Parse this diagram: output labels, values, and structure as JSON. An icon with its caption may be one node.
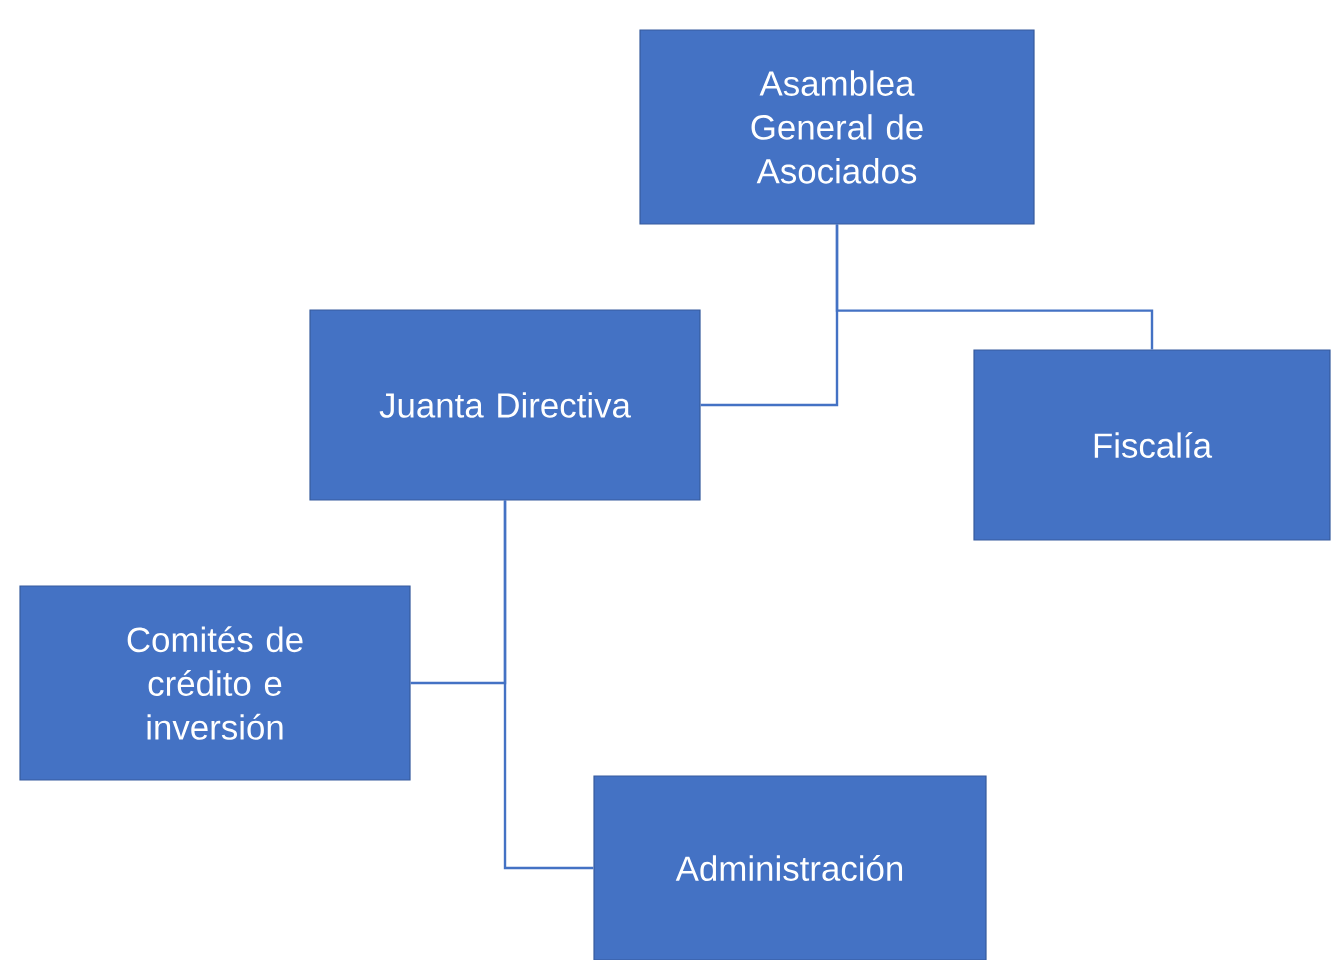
{
  "diagram": {
    "nodes": [
      {
        "text": [
          "Asamblea General de Asociados"
        ]
      },
      {
        "text": [
          "Juanta Directiva"
        ]
      },
      {
        "text": [
          "Fiscalía"
        ]
      },
      {
        "text": [
          "Comités de crédito e inversión"
        ]
      },
      {
        "text": [
          "Administración"
        ]
      }
    ],
    "edges": [
      {
        "from": 0,
        "to": 1,
        "arrow": "none"
      },
      {
        "from": 0,
        "to": 2,
        "arrow": "none"
      },
      {
        "from": 1,
        "to": 3,
        "arrow": "none"
      },
      {
        "from": 1,
        "to": 4,
        "arrow": "none"
      }
    ]
  }
}
